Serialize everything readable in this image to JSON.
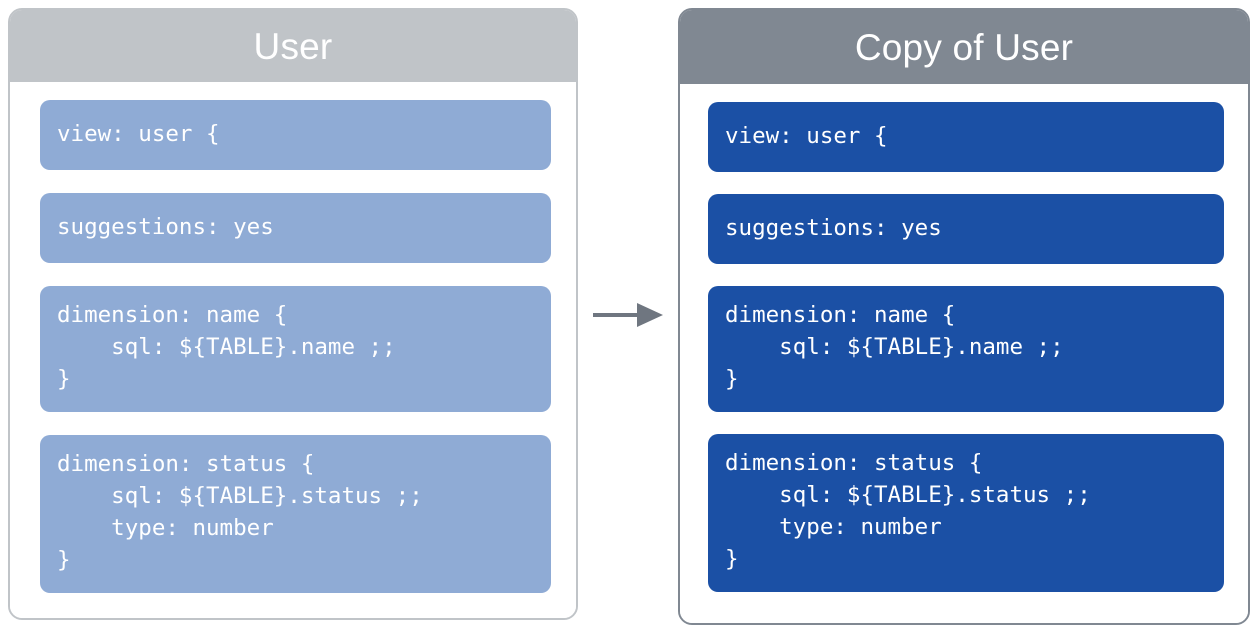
{
  "diagram": {
    "type": "copy-transformation",
    "arrow_icon": "right-arrow-icon",
    "colors": {
      "source_header": "#c0c4c8",
      "source_block": "#8fabd5",
      "target_header": "#808892",
      "target_block": "#1b50a5",
      "arrow": "#6f7680",
      "card_background": "#ffffff",
      "text": "#ffffff"
    }
  },
  "source_panel": {
    "title": "User",
    "blocks": [
      {
        "id": "view",
        "lines": "view: user {"
      },
      {
        "id": "suggestions",
        "lines": "suggestions: yes"
      },
      {
        "id": "dimension-name",
        "lines": "dimension: name {\n    sql: ${TABLE}.name ;;\n}"
      },
      {
        "id": "dimension-status",
        "lines": "dimension: status {\n    sql: ${TABLE}.status ;;\n    type: number\n}"
      }
    ]
  },
  "target_panel": {
    "title": "Copy of User",
    "blocks": [
      {
        "id": "view",
        "lines": "view: user {"
      },
      {
        "id": "suggestions",
        "lines": "suggestions: yes"
      },
      {
        "id": "dimension-name",
        "lines": "dimension: name {\n    sql: ${TABLE}.name ;;\n}"
      },
      {
        "id": "dimension-status",
        "lines": "dimension: status {\n    sql: ${TABLE}.status ;;\n    type: number\n}"
      }
    ]
  }
}
